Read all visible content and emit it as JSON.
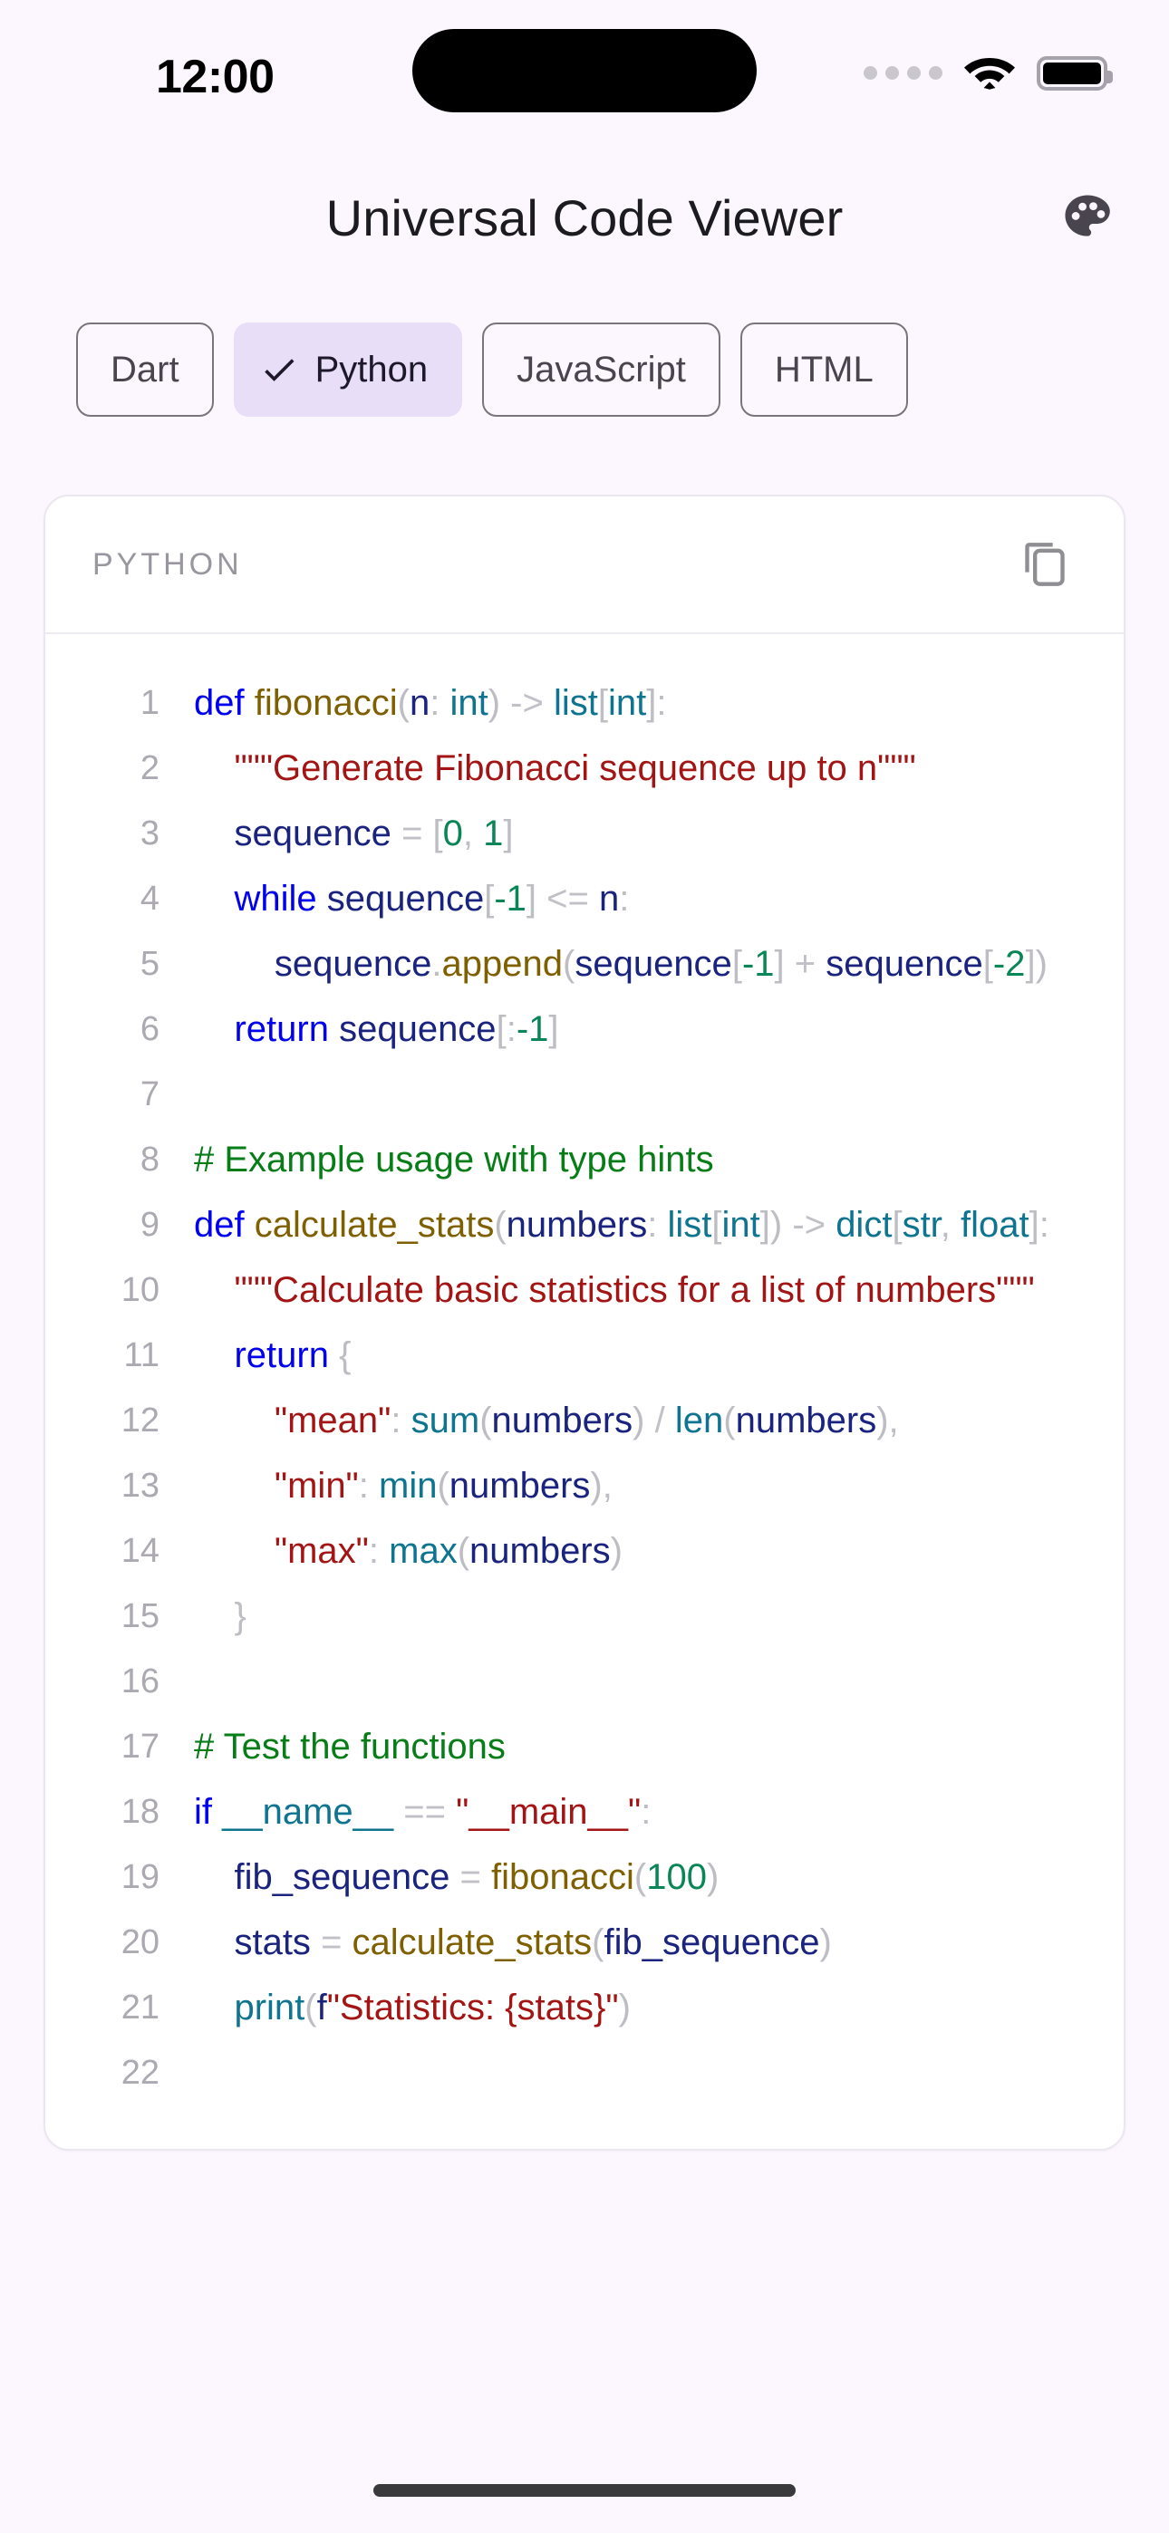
{
  "status_bar": {
    "time": "12:00",
    "signal_icon": "signal-dots-icon",
    "wifi_icon": "wifi-icon",
    "battery_icon": "battery-full-icon"
  },
  "app_bar": {
    "title": "Universal Code Viewer",
    "theme_button_icon": "palette-icon"
  },
  "language_chips": {
    "selected": "Python",
    "items": [
      {
        "label": "Dart",
        "selected": false
      },
      {
        "label": "Python",
        "selected": true
      },
      {
        "label": "JavaScript",
        "selected": false
      },
      {
        "label": "HTML",
        "selected": false
      }
    ]
  },
  "code_card": {
    "language_label": "PYTHON",
    "copy_button_icon": "copy-icon",
    "lines": [
      {
        "n": "1",
        "tokens": [
          {
            "t": "def",
            "c": "kw"
          },
          {
            "t": " ",
            "c": "pl"
          },
          {
            "t": "fibonacci",
            "c": "fn"
          },
          {
            "t": "(",
            "c": "pn"
          },
          {
            "t": "n",
            "c": "id"
          },
          {
            "t": ":",
            "c": "pn"
          },
          {
            "t": " ",
            "c": "pl"
          },
          {
            "t": "int",
            "c": "ty"
          },
          {
            "t": ")",
            "c": "pn"
          },
          {
            "t": " ",
            "c": "pl"
          },
          {
            "t": "->",
            "c": "op"
          },
          {
            "t": " ",
            "c": "pl"
          },
          {
            "t": "list",
            "c": "ty"
          },
          {
            "t": "[",
            "c": "pn"
          },
          {
            "t": "int",
            "c": "ty"
          },
          {
            "t": "]",
            "c": "pn"
          },
          {
            "t": ":",
            "c": "pn"
          }
        ]
      },
      {
        "n": "2",
        "tokens": [
          {
            "t": "    ",
            "c": "pl"
          },
          {
            "t": "\"\"\"Generate Fibonacci sequence up to n\"\"\"",
            "c": "str"
          }
        ]
      },
      {
        "n": "3",
        "tokens": [
          {
            "t": "    ",
            "c": "pl"
          },
          {
            "t": "sequence",
            "c": "id"
          },
          {
            "t": " ",
            "c": "pl"
          },
          {
            "t": "=",
            "c": "op"
          },
          {
            "t": " ",
            "c": "pl"
          },
          {
            "t": "[",
            "c": "pn"
          },
          {
            "t": "0",
            "c": "num"
          },
          {
            "t": ",",
            "c": "pn"
          },
          {
            "t": " ",
            "c": "pl"
          },
          {
            "t": "1",
            "c": "num"
          },
          {
            "t": "]",
            "c": "pn"
          }
        ]
      },
      {
        "n": "4",
        "tokens": [
          {
            "t": "    ",
            "c": "pl"
          },
          {
            "t": "while",
            "c": "kw"
          },
          {
            "t": " ",
            "c": "pl"
          },
          {
            "t": "sequence",
            "c": "id"
          },
          {
            "t": "[",
            "c": "pn"
          },
          {
            "t": "-1",
            "c": "num"
          },
          {
            "t": "]",
            "c": "pn"
          },
          {
            "t": " ",
            "c": "pl"
          },
          {
            "t": "<=",
            "c": "op"
          },
          {
            "t": " ",
            "c": "pl"
          },
          {
            "t": "n",
            "c": "id"
          },
          {
            "t": ":",
            "c": "pn"
          }
        ]
      },
      {
        "n": "5",
        "tokens": [
          {
            "t": "        ",
            "c": "pl"
          },
          {
            "t": "sequence",
            "c": "id"
          },
          {
            "t": ".",
            "c": "pn"
          },
          {
            "t": "append",
            "c": "fn"
          },
          {
            "t": "(",
            "c": "pn"
          },
          {
            "t": "sequence",
            "c": "id"
          },
          {
            "t": "[",
            "c": "pn"
          },
          {
            "t": "-1",
            "c": "num"
          },
          {
            "t": "]",
            "c": "pn"
          },
          {
            "t": " ",
            "c": "pl"
          },
          {
            "t": "+",
            "c": "op"
          },
          {
            "t": " ",
            "c": "pl"
          },
          {
            "t": "sequence",
            "c": "id"
          },
          {
            "t": "[",
            "c": "pn"
          },
          {
            "t": "-2",
            "c": "num"
          },
          {
            "t": "]",
            "c": "pn"
          },
          {
            "t": ")",
            "c": "pn"
          }
        ]
      },
      {
        "n": "6",
        "tokens": [
          {
            "t": "    ",
            "c": "pl"
          },
          {
            "t": "return",
            "c": "kw"
          },
          {
            "t": " ",
            "c": "pl"
          },
          {
            "t": "sequence",
            "c": "id"
          },
          {
            "t": "[",
            "c": "pn"
          },
          {
            "t": ":",
            "c": "pn"
          },
          {
            "t": "-1",
            "c": "num"
          },
          {
            "t": "]",
            "c": "pn"
          }
        ]
      },
      {
        "n": "7",
        "tokens": []
      },
      {
        "n": "8",
        "tokens": [
          {
            "t": "# Example usage with type hints",
            "c": "cm"
          }
        ]
      },
      {
        "n": "9",
        "tokens": [
          {
            "t": "def",
            "c": "kw"
          },
          {
            "t": " ",
            "c": "pl"
          },
          {
            "t": "calculate_stats",
            "c": "fn"
          },
          {
            "t": "(",
            "c": "pn"
          },
          {
            "t": "numbers",
            "c": "id"
          },
          {
            "t": ":",
            "c": "pn"
          },
          {
            "t": " ",
            "c": "pl"
          },
          {
            "t": "list",
            "c": "ty"
          },
          {
            "t": "[",
            "c": "pn"
          },
          {
            "t": "int",
            "c": "ty"
          },
          {
            "t": "]",
            "c": "pn"
          },
          {
            "t": ")",
            "c": "pn"
          },
          {
            "t": " ",
            "c": "pl"
          },
          {
            "t": "->",
            "c": "op"
          },
          {
            "t": " ",
            "c": "pl"
          },
          {
            "t": "dict",
            "c": "ty"
          },
          {
            "t": "[",
            "c": "pn"
          },
          {
            "t": "str",
            "c": "ty"
          },
          {
            "t": ",",
            "c": "pn"
          },
          {
            "t": " ",
            "c": "pl"
          },
          {
            "t": "float",
            "c": "ty"
          },
          {
            "t": "]",
            "c": "pn"
          },
          {
            "t": ":",
            "c": "pn"
          }
        ]
      },
      {
        "n": "10",
        "tokens": [
          {
            "t": "    ",
            "c": "pl"
          },
          {
            "t": "\"\"\"Calculate basic statistics for a list of numbers\"\"\"",
            "c": "str"
          }
        ]
      },
      {
        "n": "11",
        "tokens": [
          {
            "t": "    ",
            "c": "pl"
          },
          {
            "t": "return",
            "c": "kw"
          },
          {
            "t": " ",
            "c": "pl"
          },
          {
            "t": "{",
            "c": "pn"
          }
        ]
      },
      {
        "n": "12",
        "tokens": [
          {
            "t": "        ",
            "c": "pl"
          },
          {
            "t": "\"mean\"",
            "c": "str"
          },
          {
            "t": ":",
            "c": "pn"
          },
          {
            "t": " ",
            "c": "pl"
          },
          {
            "t": "sum",
            "c": "bi"
          },
          {
            "t": "(",
            "c": "pn"
          },
          {
            "t": "numbers",
            "c": "id"
          },
          {
            "t": ")",
            "c": "pn"
          },
          {
            "t": " ",
            "c": "pl"
          },
          {
            "t": "/",
            "c": "op"
          },
          {
            "t": " ",
            "c": "pl"
          },
          {
            "t": "len",
            "c": "bi"
          },
          {
            "t": "(",
            "c": "pn"
          },
          {
            "t": "numbers",
            "c": "id"
          },
          {
            "t": ")",
            "c": "pn"
          },
          {
            "t": ",",
            "c": "pn"
          }
        ]
      },
      {
        "n": "13",
        "tokens": [
          {
            "t": "        ",
            "c": "pl"
          },
          {
            "t": "\"min\"",
            "c": "str"
          },
          {
            "t": ":",
            "c": "pn"
          },
          {
            "t": " ",
            "c": "pl"
          },
          {
            "t": "min",
            "c": "bi"
          },
          {
            "t": "(",
            "c": "pn"
          },
          {
            "t": "numbers",
            "c": "id"
          },
          {
            "t": ")",
            "c": "pn"
          },
          {
            "t": ",",
            "c": "pn"
          }
        ]
      },
      {
        "n": "14",
        "tokens": [
          {
            "t": "        ",
            "c": "pl"
          },
          {
            "t": "\"max\"",
            "c": "str"
          },
          {
            "t": ":",
            "c": "pn"
          },
          {
            "t": " ",
            "c": "pl"
          },
          {
            "t": "max",
            "c": "bi"
          },
          {
            "t": "(",
            "c": "pn"
          },
          {
            "t": "numbers",
            "c": "id"
          },
          {
            "t": ")",
            "c": "pn"
          }
        ]
      },
      {
        "n": "15",
        "tokens": [
          {
            "t": "    ",
            "c": "pl"
          },
          {
            "t": "}",
            "c": "pn"
          }
        ]
      },
      {
        "n": "16",
        "tokens": []
      },
      {
        "n": "17",
        "tokens": [
          {
            "t": "# Test the functions",
            "c": "cm"
          }
        ]
      },
      {
        "n": "18",
        "tokens": [
          {
            "t": "if",
            "c": "kw"
          },
          {
            "t": " ",
            "c": "pl"
          },
          {
            "t": "__name__",
            "c": "bi"
          },
          {
            "t": " ",
            "c": "pl"
          },
          {
            "t": "==",
            "c": "op"
          },
          {
            "t": " ",
            "c": "pl"
          },
          {
            "t": "\"__main__\"",
            "c": "str"
          },
          {
            "t": ":",
            "c": "pn"
          }
        ]
      },
      {
        "n": "19",
        "tokens": [
          {
            "t": "    ",
            "c": "pl"
          },
          {
            "t": "fib_sequence",
            "c": "id"
          },
          {
            "t": " ",
            "c": "pl"
          },
          {
            "t": "=",
            "c": "op"
          },
          {
            "t": " ",
            "c": "pl"
          },
          {
            "t": "fibonacci",
            "c": "fn"
          },
          {
            "t": "(",
            "c": "pn"
          },
          {
            "t": "100",
            "c": "num"
          },
          {
            "t": ")",
            "c": "pn"
          }
        ]
      },
      {
        "n": "20",
        "tokens": [
          {
            "t": "    ",
            "c": "pl"
          },
          {
            "t": "stats",
            "c": "id"
          },
          {
            "t": " ",
            "c": "pl"
          },
          {
            "t": "=",
            "c": "op"
          },
          {
            "t": " ",
            "c": "pl"
          },
          {
            "t": "calculate_stats",
            "c": "fn"
          },
          {
            "t": "(",
            "c": "pn"
          },
          {
            "t": "fib_sequence",
            "c": "id"
          },
          {
            "t": ")",
            "c": "pn"
          }
        ]
      },
      {
        "n": "21",
        "tokens": [
          {
            "t": "    ",
            "c": "pl"
          },
          {
            "t": "print",
            "c": "bi"
          },
          {
            "t": "(",
            "c": "pn"
          },
          {
            "t": "f",
            "c": "id"
          },
          {
            "t": "\"Statistics: {stats}\"",
            "c": "str"
          },
          {
            "t": ")",
            "c": "pn"
          }
        ]
      },
      {
        "n": "22",
        "tokens": []
      }
    ]
  },
  "colors": {
    "background": "#FCF7FF",
    "chip_selected_bg": "#E8DEF8",
    "chip_border": "#79747E",
    "card_bg": "#FFFFFF",
    "keyword": "#0000EE",
    "string": "#A31515",
    "comment": "#067D17",
    "number": "#098658",
    "builtin": "#0E7490",
    "function": "#7F6000",
    "identifier": "#1A237E"
  },
  "home_indicator": "home-indicator"
}
